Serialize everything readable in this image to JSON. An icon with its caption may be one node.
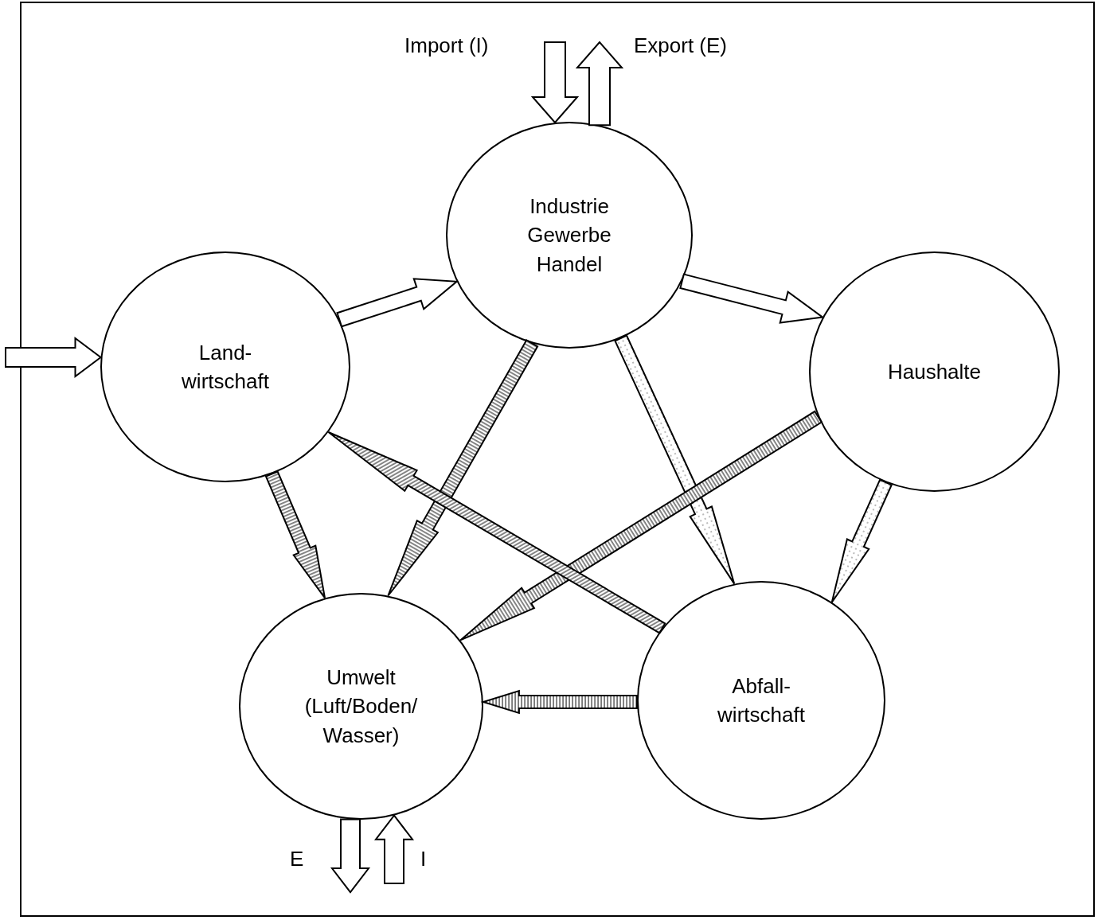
{
  "diagram": {
    "nodes": [
      {
        "text": [
          "Industrie Gewerbe Handel"
        ]
      },
      {
        "text": [
          "Land- wirtschaft"
        ]
      },
      {
        "text": [
          "Haushalte"
        ]
      },
      {
        "text": [
          "Umwelt (Luft/Boden/ Wasser)"
        ]
      },
      {
        "text": [
          "Abfall- wirtschaft"
        ]
      }
    ],
    "edges": [
      {
        "from": null,
        "to": 1,
        "arrow": "to"
      },
      {
        "from": 1,
        "to": 0,
        "arrow": "to"
      },
      {
        "from": 0,
        "to": 2,
        "arrow": "to"
      },
      {
        "from": null,
        "to": 0,
        "arrow": "to",
        "label": "Import (I)"
      },
      {
        "from": 0,
        "to": null,
        "arrow": "to",
        "label": "Export (E)"
      },
      {
        "from": 0,
        "to": 3,
        "arrow": "to",
        "color": "#777777"
      },
      {
        "from": 0,
        "to": 4,
        "arrow": "to",
        "color": "#999999"
      },
      {
        "from": 2,
        "to": 3,
        "arrow": "to",
        "color": "#777777"
      },
      {
        "from": 2,
        "to": 4,
        "arrow": "to",
        "color": "#999999"
      },
      {
        "from": 1,
        "to": 3,
        "arrow": "to",
        "color": "#777777"
      },
      {
        "from": 4,
        "to": 1,
        "arrow": "to",
        "color": "#777777"
      },
      {
        "from": 4,
        "to": 3,
        "arrow": "to",
        "color": "#777777"
      },
      {
        "from": 3,
        "to": null,
        "arrow": "to",
        "label": "E"
      },
      {
        "from": null,
        "to": 3,
        "arrow": "to",
        "label": "I"
      }
    ]
  }
}
